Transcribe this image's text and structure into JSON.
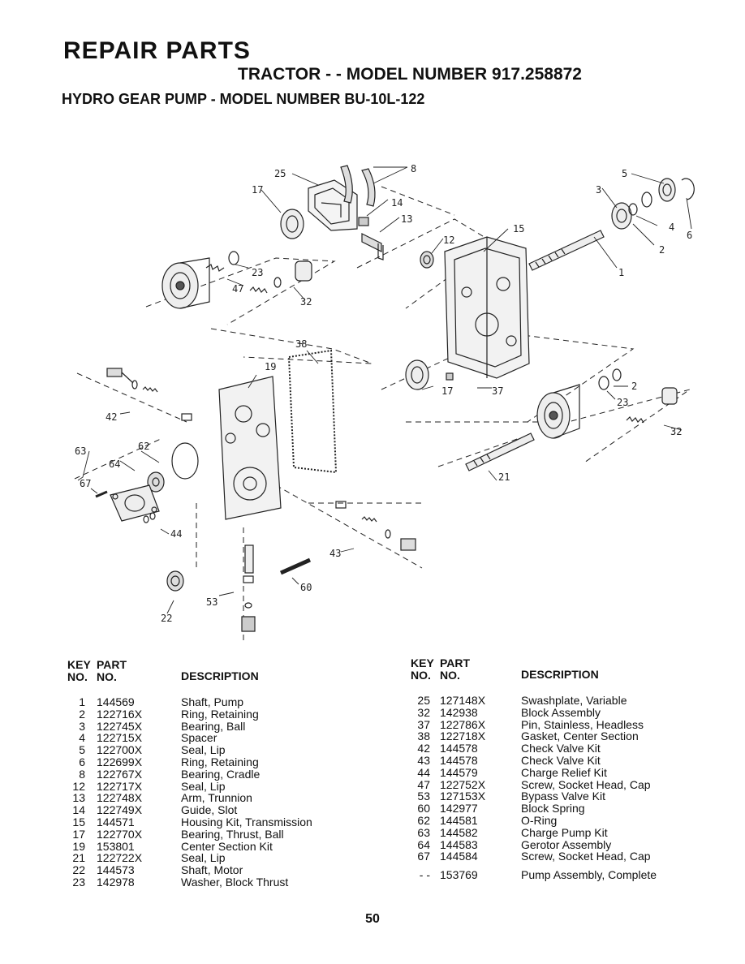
{
  "header": {
    "section_title": "REPAIR PARTS",
    "model_line": "TRACTOR - - MODEL NUMBER 917.258872",
    "pump_line": "HYDRO GEAR PUMP - MODEL NUMBER BU-10L-122"
  },
  "diagram": {
    "callouts": [
      "1",
      "2",
      "3",
      "4",
      "5",
      "6",
      "8",
      "12",
      "13",
      "14",
      "15",
      "17",
      "19",
      "21",
      "22",
      "23",
      "25",
      "32",
      "37",
      "38",
      "42",
      "43",
      "44",
      "47",
      "53",
      "60",
      "62",
      "63",
      "64",
      "67"
    ]
  },
  "table": {
    "col_key": "KEY\nNO.",
    "col_part": "PART\nNO.",
    "col_desc": "DESCRIPTION",
    "left_rows": [
      {
        "key": "1",
        "part": "144569",
        "desc": "Shaft, Pump"
      },
      {
        "key": "2",
        "part": "122716X",
        "desc": "Ring, Retaining"
      },
      {
        "key": "3",
        "part": "122745X",
        "desc": "Bearing, Ball"
      },
      {
        "key": "4",
        "part": "122715X",
        "desc": "Spacer"
      },
      {
        "key": "5",
        "part": "122700X",
        "desc": "Seal, Lip"
      },
      {
        "key": "6",
        "part": "122699X",
        "desc": "Ring, Retaining"
      },
      {
        "key": "8",
        "part": "122767X",
        "desc": "Bearing, Cradle"
      },
      {
        "key": "12",
        "part": "122717X",
        "desc": "Seal, Lip"
      },
      {
        "key": "13",
        "part": "122748X",
        "desc": "Arm, Trunnion"
      },
      {
        "key": "14",
        "part": "122749X",
        "desc": "Guide, Slot"
      },
      {
        "key": "15",
        "part": "144571",
        "desc": "Housing Kit, Transmission"
      },
      {
        "key": "17",
        "part": "122770X",
        "desc": "Bearing, Thrust, Ball"
      },
      {
        "key": "19",
        "part": "153801",
        "desc": "Center Section Kit"
      },
      {
        "key": "21",
        "part": "122722X",
        "desc": "Seal, Lip"
      },
      {
        "key": "22",
        "part": "144573",
        "desc": "Shaft, Motor"
      },
      {
        "key": "23",
        "part": "142978",
        "desc": "Washer, Block Thrust"
      }
    ],
    "right_rows": [
      {
        "key": "25",
        "part": "127148X",
        "desc": "Swashplate, Variable"
      },
      {
        "key": "32",
        "part": "142938",
        "desc": "Block Assembly"
      },
      {
        "key": "37",
        "part": "122786X",
        "desc": "Pin, Stainless, Headless"
      },
      {
        "key": "38",
        "part": "122718X",
        "desc": "Gasket, Center Section"
      },
      {
        "key": "42",
        "part": "144578",
        "desc": "Check Valve Kit"
      },
      {
        "key": "43",
        "part": "144578",
        "desc": "Check Valve Kit"
      },
      {
        "key": "44",
        "part": "144579",
        "desc": "Charge Relief Kit"
      },
      {
        "key": "47",
        "part": "122752X",
        "desc": "Screw, Socket Head, Cap"
      },
      {
        "key": "53",
        "part": "127153X",
        "desc": "Bypass Valve Kit"
      },
      {
        "key": "60",
        "part": "142977",
        "desc": "Block Spring"
      },
      {
        "key": "62",
        "part": "144581",
        "desc": "O-Ring"
      },
      {
        "key": "63",
        "part": "144582",
        "desc": "Charge Pump Kit"
      },
      {
        "key": "64",
        "part": "144583",
        "desc": "Gerotor Assembly"
      },
      {
        "key": "67",
        "part": "144584",
        "desc": "Screw, Socket Head, Cap"
      }
    ],
    "complete_row": {
      "key": "- -",
      "part": "153769",
      "desc": "Pump Assembly, Complete"
    }
  },
  "page_number": "50"
}
